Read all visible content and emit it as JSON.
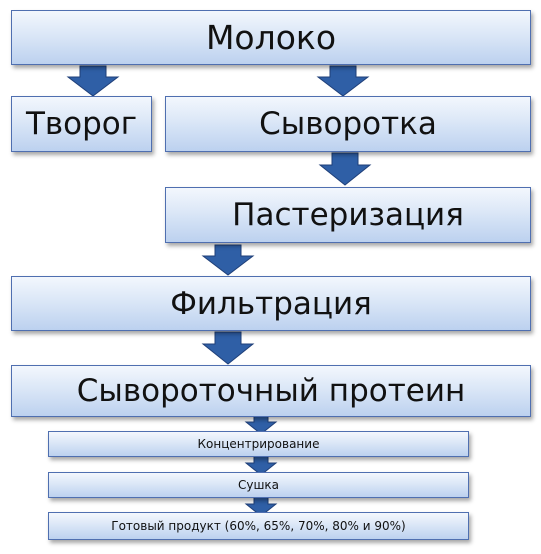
{
  "nodes": {
    "milk": "Молоко",
    "cottage_cheese": "Творог",
    "whey": "Сыворотка",
    "pasteurization": "Пастеризация",
    "filtration": "Фильтрация",
    "whey_protein": "Сывороточный протеин",
    "concentration": "Концентрирование",
    "drying": "Сушка",
    "final_product": "Готовый продукт (60%, 65%, 70%, 80% и 90%)"
  },
  "colors": {
    "box_border": "#4f6fb0",
    "box_fill_top": "#f3f7fd",
    "box_fill_bottom": "#bcd1ef",
    "arrow_fill": "#2f5fa6",
    "arrow_stroke": "#1f3f78"
  },
  "edges": [
    {
      "from": "milk",
      "to": "cottage_cheese"
    },
    {
      "from": "milk",
      "to": "whey"
    },
    {
      "from": "whey",
      "to": "pasteurization"
    },
    {
      "from": "pasteurization",
      "to": "filtration"
    },
    {
      "from": "filtration",
      "to": "whey_protein"
    },
    {
      "from": "whey_protein",
      "to": "concentration"
    },
    {
      "from": "concentration",
      "to": "drying"
    },
    {
      "from": "drying",
      "to": "final_product"
    }
  ]
}
